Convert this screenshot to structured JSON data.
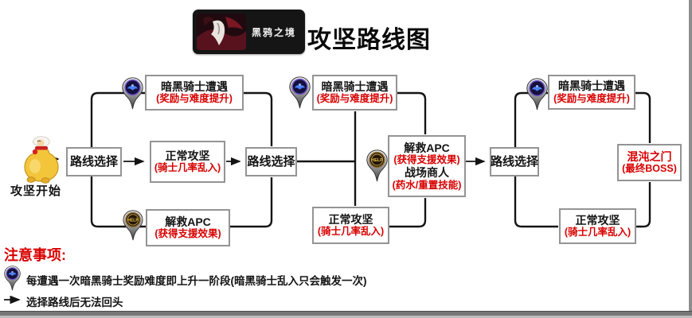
{
  "header": {
    "logo_text": "黑鸦之境",
    "title": "攻坚路线图"
  },
  "start": {
    "label": "攻坚开始"
  },
  "route_selects": [
    "路线选择",
    "路线选择",
    "路线选择"
  ],
  "nodes": {
    "dark_knight_1": {
      "title": "暗黑骑士遭遇",
      "note": "(奖励与难度提升)"
    },
    "normal_1": {
      "title": "正常攻坚",
      "note": "(骑士几率乱入)"
    },
    "rescue_1": {
      "title": "解救APC",
      "note": "(获得支援效果)"
    },
    "dark_knight_2": {
      "title": "暗黑骑士遭遇",
      "note": "(奖励与难度提升)"
    },
    "rescue_merchant": {
      "title": "解救APC",
      "note": "(获得支援效果)",
      "title2": "战场商人",
      "note2": "(药水/重置技能)"
    },
    "normal_2": {
      "title": "正常攻坚",
      "note": "(骑士几率乱入)"
    },
    "dark_knight_3": {
      "title": "暗黑骑士遭遇",
      "note": "(奖励与难度提升)"
    },
    "normal_3": {
      "title": "正常攻坚",
      "note": "(骑士几率乱入)"
    },
    "final_boss": {
      "title": "混沌之门",
      "note": "(最终BOSS)"
    }
  },
  "icons": {
    "dark_knight_marker": "dark-knight-marker-icon",
    "help_marker": "help-marker-icon",
    "help_marker_text": "HELP",
    "start_character": "start-character-sprite"
  },
  "notes": {
    "heading": "注意事项:",
    "items": [
      {
        "icon": "dark-knight-marker-icon",
        "text": "每遭遇一次暗黑骑士奖励难度即上升一阶段(暗黑骑士乱入只会触发一次)"
      },
      {
        "icon": "long-arrow-icon",
        "text": "选择路线后无法回头"
      }
    ]
  },
  "colors": {
    "accent_red": "#d80000",
    "line": "#141414",
    "box_border": "#949494",
    "banner_bg": "#151515"
  }
}
